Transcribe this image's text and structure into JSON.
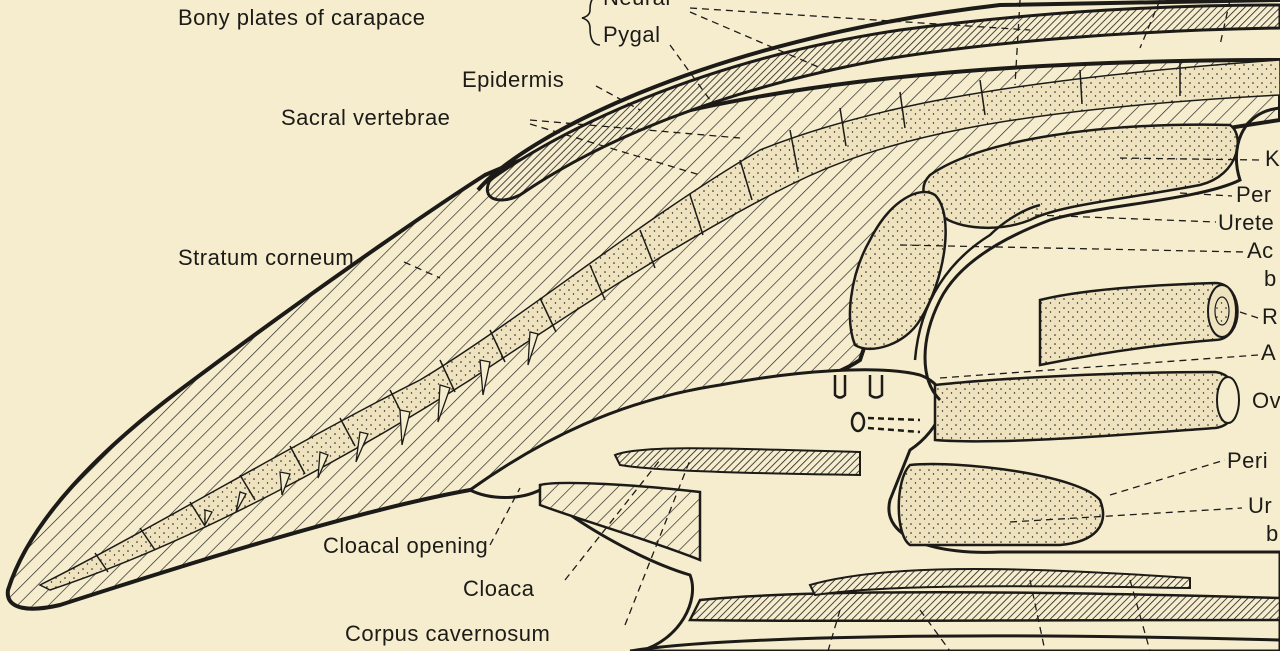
{
  "labels": {
    "bony_plates": "Bony plates of carapace",
    "neural": "Neural",
    "pygal": "Pygal",
    "epidermis": "Epidermis",
    "sacral_vertebrae": "Sacral vertebrae",
    "stratum_corneum": "Stratum corneum",
    "cloacal_opening": "Cloacal opening",
    "cloaca": "Cloaca",
    "corpus_cavernosum": "Corpus cavernosum",
    "kidney_partial": "K",
    "peritoneum_partial_upper": "Per",
    "ureter_partial": "Urete",
    "accessory_partial_1": "Ac",
    "accessory_partial_2": "b",
    "rectum_partial": "R",
    "a_partial": "A",
    "oviduct_partial": "Ov",
    "peritoneum_partial_lower": "Peri",
    "urinary_partial_1": "Ur",
    "urinary_partial_2": "b"
  },
  "colors": {
    "paper": "#f6edcf",
    "ink": "#1c1b18",
    "stipple_fill": "#efe3bf"
  }
}
